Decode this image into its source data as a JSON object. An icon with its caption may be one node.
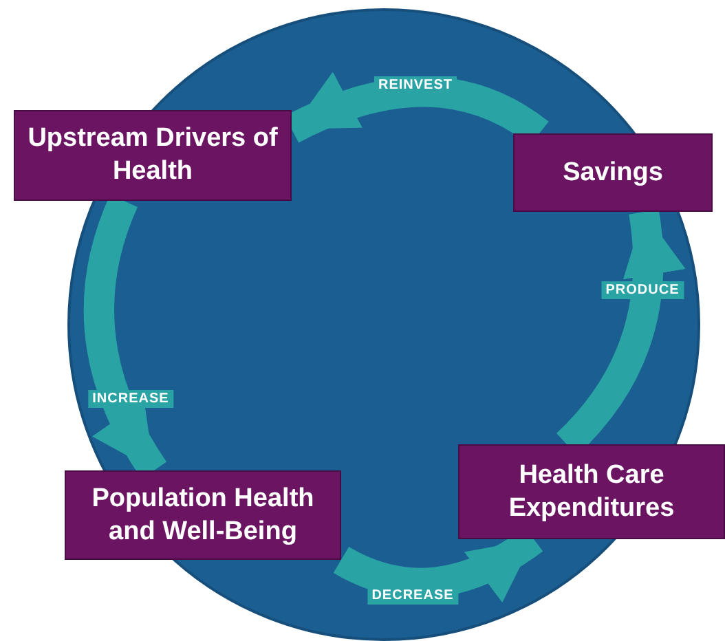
{
  "diagram": {
    "nodes": [
      {
        "text": [
          "Upstream Drivers of Health"
        ]
      },
      {
        "text": [
          "Savings"
        ]
      },
      {
        "text": [
          "Health Care Expenditures"
        ]
      },
      {
        "text": [
          "Population Health and Well-Being"
        ]
      }
    ],
    "edges": [
      {
        "from": 0,
        "to": 3,
        "arrow": "to",
        "label": "INCREASE"
      },
      {
        "from": 3,
        "to": 2,
        "arrow": "to",
        "label": "DECREASE"
      },
      {
        "from": 2,
        "to": 1,
        "arrow": "to",
        "label": "PRODUCE"
      },
      {
        "from": 1,
        "to": 0,
        "arrow": "to",
        "label": "REINVEST"
      }
    ]
  }
}
